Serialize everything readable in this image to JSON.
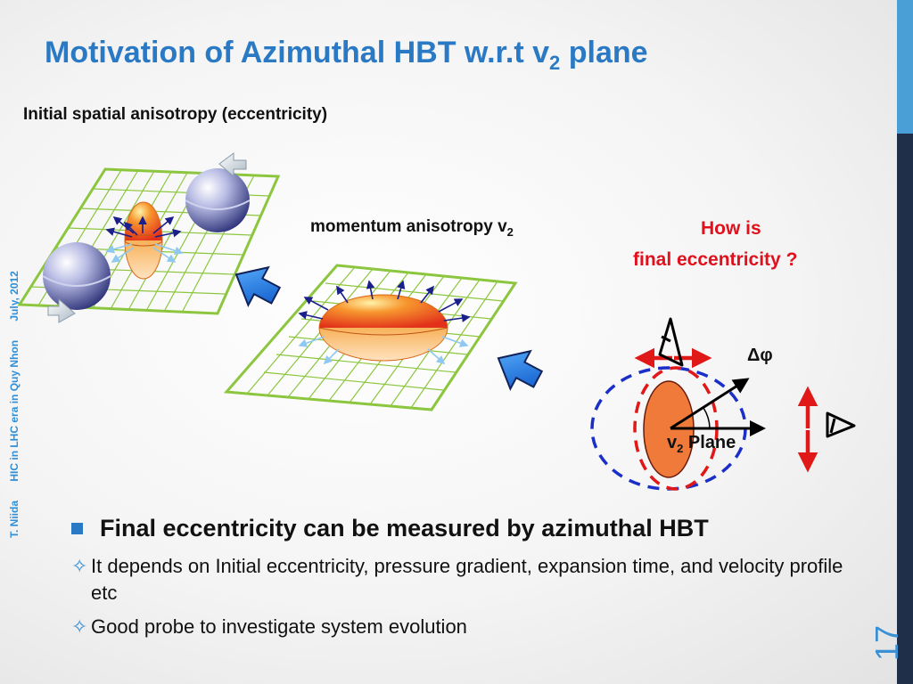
{
  "slide": {
    "title": "Motivation of Azimuthal HBT w.r.t v",
    "title_sub": "2",
    "title_suffix": " plane",
    "subtitle": "Initial spatial anisotropy (eccentricity)",
    "momentum_label": "momentum anisotropy v",
    "momentum_label_sub": "2",
    "question_line1": "How is",
    "question_line2": "final eccentricity ?",
    "delta_phi": "Δφ",
    "v2_label": "v",
    "v2_label_sub": "2",
    "plane_label": " Plane",
    "main_bullet": "Final eccentricity can be measured by azimuthal HBT",
    "sub_bullets": [
      "It depends on Initial eccentricity, pressure gradient, expansion time, and velocity profile etc",
      "Good probe to investigate system evolution"
    ],
    "sub_bullet_symbol": "✧"
  },
  "sidebar": {
    "author": "T. Niida",
    "event": "HIC in LHC era in Quy Nhon",
    "date": "July, 2012"
  },
  "page_number": "17",
  "colors": {
    "title": "#2a79c4",
    "question": "#e0101c",
    "sidebar": "#1f2f49",
    "sidebar_accent": "#4a9fd6",
    "grid": "#8cc63f",
    "arrow_blue": "#2a7fd4",
    "fireball": "#f07a3a",
    "dashed_red": "#e01818",
    "dashed_blue": "#1a2fc8"
  },
  "icons": [
    "nucleus-sphere-icon",
    "fireball-ellipse-icon",
    "transition-arrow-icon",
    "detector-pair-icon"
  ]
}
